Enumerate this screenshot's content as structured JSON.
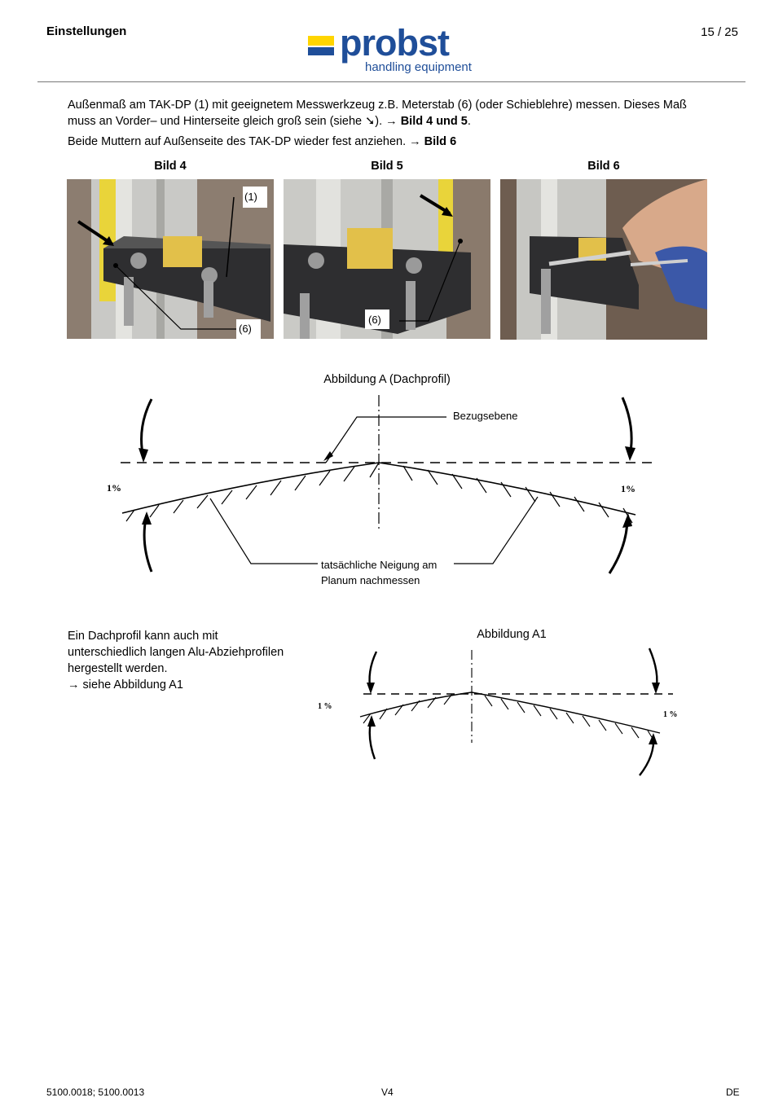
{
  "header": {
    "section": "Einstellungen",
    "page": "15 / 25",
    "logo_word": "probst",
    "logo_sub": "handling equipment"
  },
  "body": {
    "p1": "Außenmaß am TAK-DP (1) mit geeignetem Messwerkzeug z.B. Meterstab (6) (oder Schieblehre) messen. Dieses Maß muss an Vorder– und Hinterseite gleich groß sein (siehe ",
    "p1_arrow": "➘",
    "p1_tail": "). → ",
    "p1_ref": "Bild 4 und 5",
    "p1_end": ".",
    "p2": "Beide Muttern auf Außenseite des TAK-DP wieder fest anziehen. → ",
    "p2_ref": "Bild 6"
  },
  "photos": {
    "bild4": "Bild 4",
    "bild5": "Bild 5",
    "bild6": "Bild 6",
    "label_1": "(1)",
    "label_6a": "(6)",
    "label_6b": "(6)"
  },
  "figure_a": {
    "title": "Abbildung A (Dachprofil)",
    "reference_label": "Bezugsebene",
    "left_pct": "1%",
    "right_pct": "1%",
    "note_line1": "tatsächliche Neigung am",
    "note_line2": "Planum nachmessen"
  },
  "text_block": {
    "line1": "Ein Dachprofil kann auch mit",
    "line2": "unterschiedlich langen Alu-Abziehprofilen",
    "line3": "hergestellt werden.",
    "line4": "→ siehe Abbildung A1"
  },
  "figure_a1": {
    "title": "Abbildung A1",
    "left_pct": "1 %",
    "right_pct": "1 %"
  },
  "footer": {
    "left": "5100.0018; 5100.0013",
    "center": "V4",
    "right": "DE"
  }
}
